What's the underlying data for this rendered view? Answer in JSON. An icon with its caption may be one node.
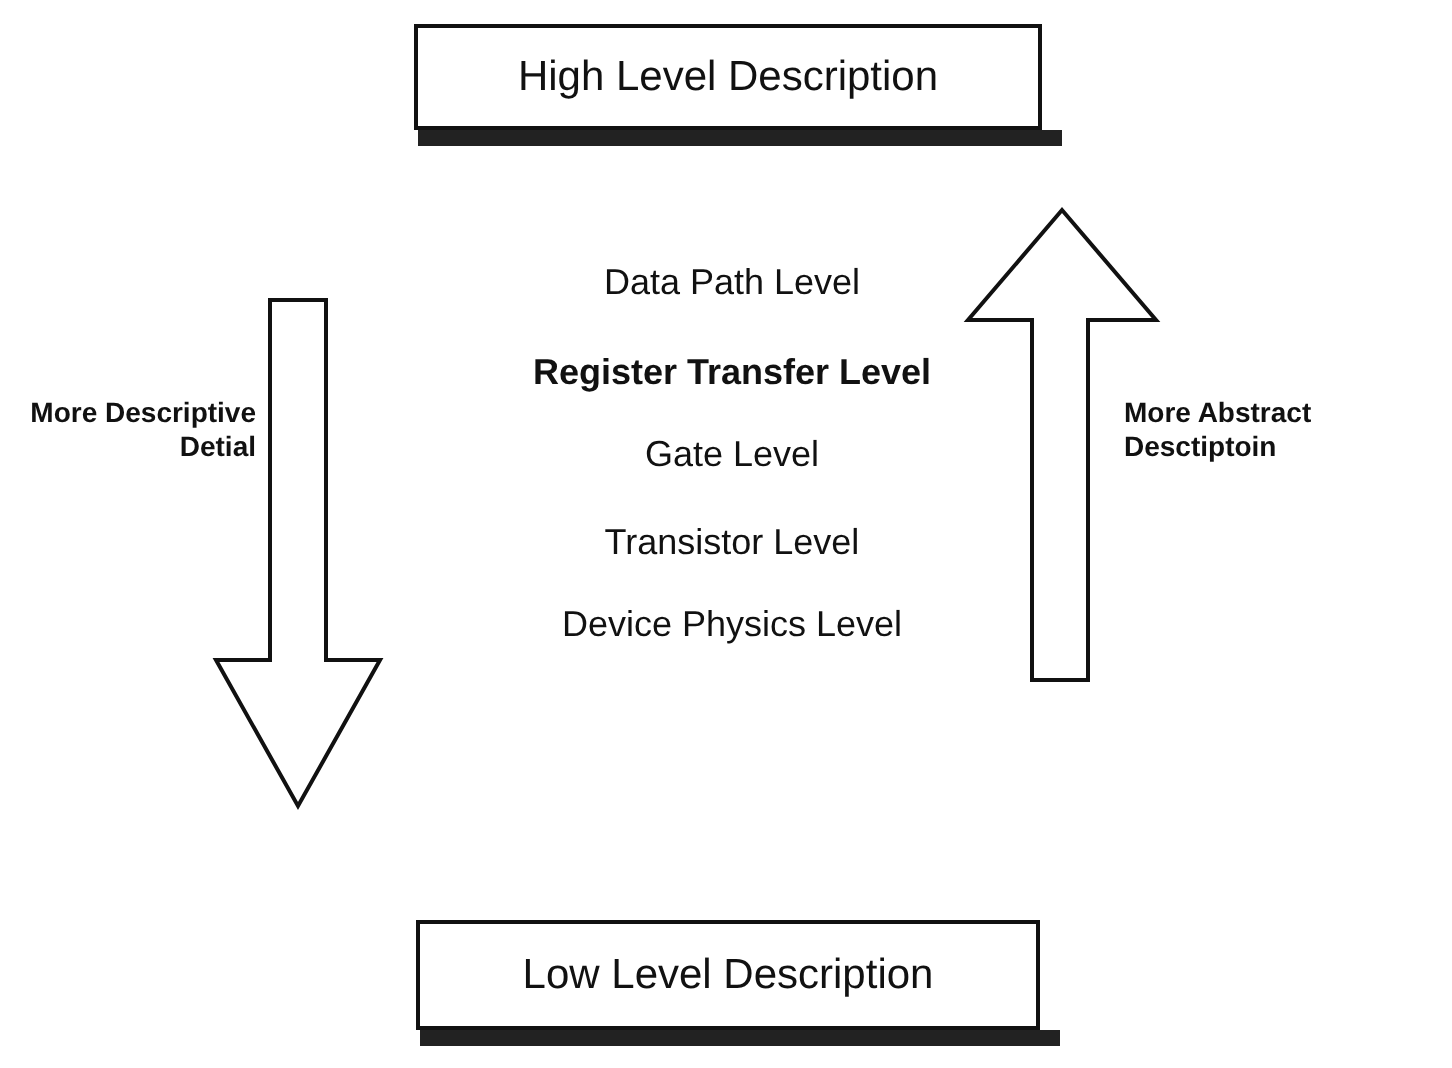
{
  "diagram": {
    "nodes": [
      {
        "text": [
          "High Level Description"
        ]
      },
      {
        "text": [
          "Low Level Description"
        ]
      }
    ],
    "labels": [
      "Data Path Level",
      "Register Transfer Level",
      "Gate Level",
      "Transistor Level",
      "Device Physics Level",
      "More Descriptive Detial",
      "More Abstract Desctiptoin"
    ]
  }
}
